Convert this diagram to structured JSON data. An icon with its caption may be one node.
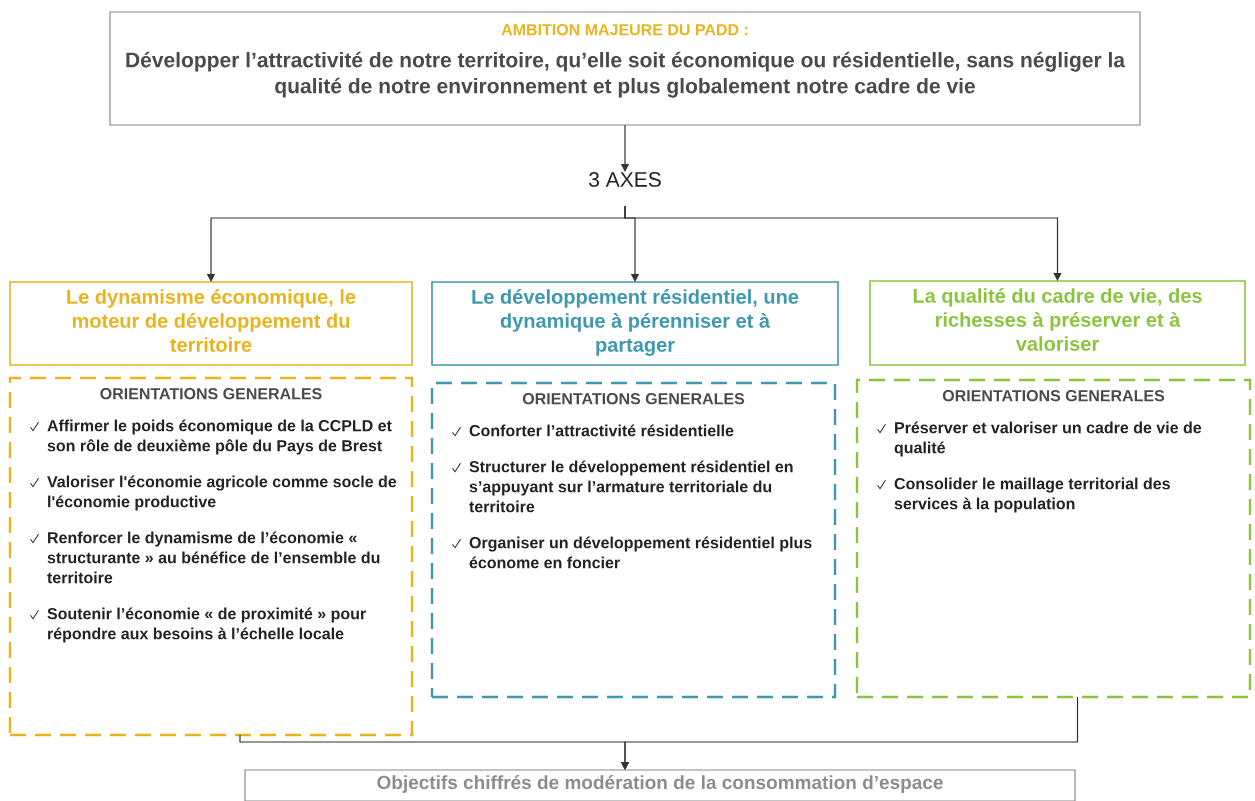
{
  "diagram": {
    "nodes": [
      {
        "text": [
          "AMBITION MAJEURE DU PADD :",
          "Développer l’attractivité de notre territoire, qu’elle soit économique ou résidentielle, sans négliger la qualité de notre environnement et plus globalement notre cadre de vie"
        ]
      },
      {
        "text": [
          "3 AXES"
        ]
      },
      {
        "text": [
          "Le dynamisme économique,  le moteur de développement du territoire"
        ]
      },
      {
        "text": [
          "Le développement résidentiel,  une dynamique à pérenniser et à partager"
        ]
      },
      {
        "text": [
          "La qualité du cadre de vie, des richesses à préserver et à valoriser"
        ]
      },
      {
        "text": [
          "ORIENTATIONS GENERALES",
          "Affirmer le poids économique de la CCPLD et son rôle de deuxième pôle du Pays de Brest",
          "Valoriser l'économie agricole comme socle de l'économie productive",
          "Renforcer le dynamisme de l’économie « structurante » au bénéfice de l’ensemble du territoire",
          "Soutenir l’économie « de proximité » pour répondre aux besoins à l’échelle locale"
        ]
      },
      {
        "text": [
          "ORIENTATIONS GENERALES",
          "Conforter l’attractivité résidentielle",
          "Structurer le développement résidentiel en s’appuyant sur  l’armature territoriale du territoire",
          "Organiser un développement résidentiel plus économe en foncier"
        ]
      },
      {
        "text": [
          "ORIENTATIONS GENERALES",
          "Préserver et valoriser un cadre de vie de qualité",
          "Consolider le maillage territorial des services à la population"
        ]
      },
      {
        "text": [
          "Objectifs chiffrés de modération de la consommation d’espace"
        ]
      }
    ],
    "edges": [
      {
        "from": 0,
        "to": 1,
        "arrow": "to"
      },
      {
        "from": 1,
        "to": 2,
        "arrow": "to"
      },
      {
        "from": 1,
        "to": 3,
        "arrow": "to"
      },
      {
        "from": 1,
        "to": 4,
        "arrow": "to"
      },
      {
        "from": 5,
        "to": 8,
        "arrow": "to"
      },
      {
        "from": 7,
        "to": 8,
        "arrow": "to"
      }
    ]
  }
}
